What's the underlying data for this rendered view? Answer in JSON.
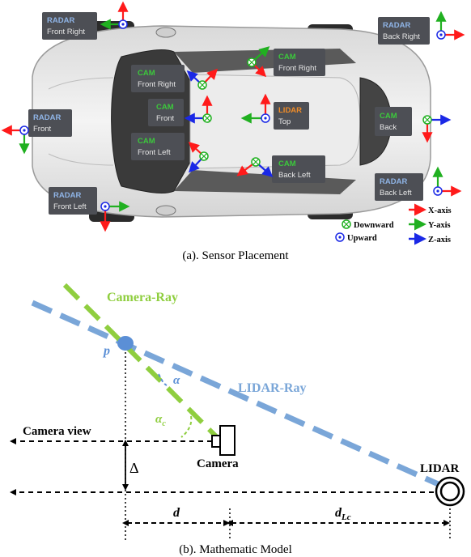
{
  "sensors": [
    {
      "id": "radar-front-right",
      "type": "RADAR",
      "name": "Front Right",
      "type_color": "#8fb4e6"
    },
    {
      "id": "radar-back-right",
      "type": "RADAR",
      "name": "Back Right",
      "type_color": "#8fb4e6"
    },
    {
      "id": "cam-front-right-top",
      "type": "CAM",
      "name": "Front Right",
      "type_color": "#3cc83c"
    },
    {
      "id": "cam-front-right",
      "type": "CAM",
      "name": "Front Right",
      "type_color": "#3cc83c"
    },
    {
      "id": "cam-front",
      "type": "CAM",
      "name": "Front",
      "type_color": "#3cc83c"
    },
    {
      "id": "lidar-top",
      "type": "LIDAR",
      "name": "Top",
      "type_color": "#f08c28"
    },
    {
      "id": "cam-back",
      "type": "CAM",
      "name": "Back",
      "type_color": "#3cc83c"
    },
    {
      "id": "radar-front",
      "type": "RADAR",
      "name": "Front",
      "type_color": "#8fb4e6"
    },
    {
      "id": "cam-front-left",
      "type": "CAM",
      "name": "Front Left",
      "type_color": "#3cc83c"
    },
    {
      "id": "cam-back-left",
      "type": "CAM",
      "name": "Back Left",
      "type_color": "#3cc83c"
    },
    {
      "id": "radar-front-left",
      "type": "RADAR",
      "name": "Front Left",
      "type_color": "#8fb4e6"
    },
    {
      "id": "radar-back-left",
      "type": "RADAR",
      "name": "Back Left",
      "type_color": "#8fb4e6"
    }
  ],
  "legend": {
    "downward": "Downward",
    "upward": "Upward",
    "x_axis": "X-axis",
    "y_axis": "Y-axis",
    "z_axis": "Z-axis"
  },
  "colors": {
    "x_axis": "#ff1a1a",
    "y_axis": "#20b020",
    "z_axis": "#1a28e6",
    "upward_ring": "#1a28e6",
    "downward_ring": "#20b020",
    "label_box": "#4d4f55",
    "camera_ray": "#8fce3f",
    "lidar_ray": "#7aa6d8",
    "point_p": "#5b8fd6"
  },
  "caption_a": "(a). Sensor Placement",
  "caption_b": "(b). Mathematic Model",
  "model": {
    "camera_ray_label": "Camera-Ray",
    "lidar_ray_label": "LIDAR-Ray",
    "point_label": "p",
    "alpha_label": "α",
    "alpha_c_label": "α",
    "alpha_c_sub": "c",
    "camera_view_label": "Camera view",
    "camera_label": "Camera",
    "lidar_label": "LIDAR",
    "delta_label": "Δ",
    "d_label": "d",
    "d_lc_label": "d",
    "d_lc_sub": "Lc"
  }
}
